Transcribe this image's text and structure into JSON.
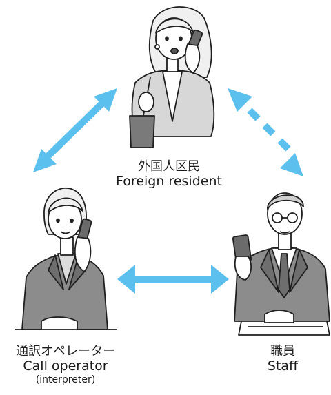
{
  "resident": {
    "label_ja": "外国人区民",
    "label_en": "Foreign resident"
  },
  "operator": {
    "label_ja": "通訳オペレーター",
    "label_en": "Call operator",
    "label_note": "(interpreter)"
  },
  "staff": {
    "label_ja": "職員",
    "label_en": "Staff"
  },
  "colors": {
    "arrow": "#5bc0ee",
    "outline": "#1f1f1f",
    "suit": "#8c8c8c",
    "suit_dark": "#6e6e6e",
    "hair_light": "#f0f0f0",
    "hair_gray": "#cfcfcf",
    "skin": "#ffffff",
    "phone": "#6b6b6b"
  },
  "connections": [
    {
      "from": "resident",
      "to": "operator",
      "style": "solid",
      "direction": "bidirectional"
    },
    {
      "from": "resident",
      "to": "staff",
      "style": "dashed",
      "direction": "bidirectional"
    },
    {
      "from": "operator",
      "to": "staff",
      "style": "solid",
      "direction": "bidirectional"
    }
  ]
}
